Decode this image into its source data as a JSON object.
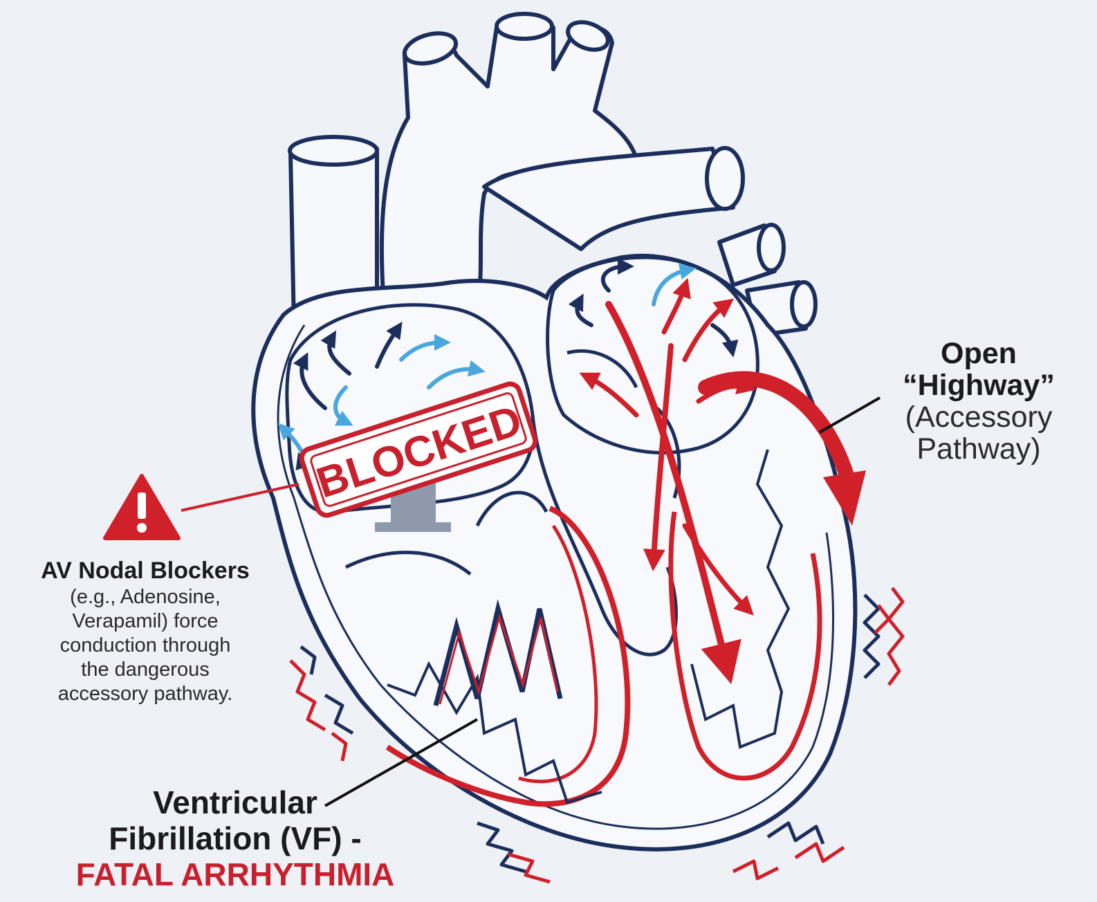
{
  "labels": {
    "blocked": "BLOCKED",
    "open_highway": {
      "line1": "Open",
      "line2": "“Highway”",
      "line3": "(Accessory",
      "line4": "Pathway)"
    },
    "av_blockers": {
      "title": "AV Nodal Blockers",
      "lines": [
        "(e.g., Adenosine,",
        "Verapamil) force",
        "conduction through",
        "the dangerous",
        "accessory pathway."
      ]
    },
    "vf": {
      "line1": "Ventricular",
      "line2": "Fibrillation (VF) -",
      "line3": "FATAL ARRHYTHMIA"
    }
  },
  "icons": {
    "warning": "warning-triangle-icon"
  },
  "colors": {
    "outline": "#1c2e5c",
    "red": "#d0202a",
    "light_blue": "#4aa6de",
    "dark_blue": "#1c2e5c",
    "background": "#eef1f6"
  }
}
